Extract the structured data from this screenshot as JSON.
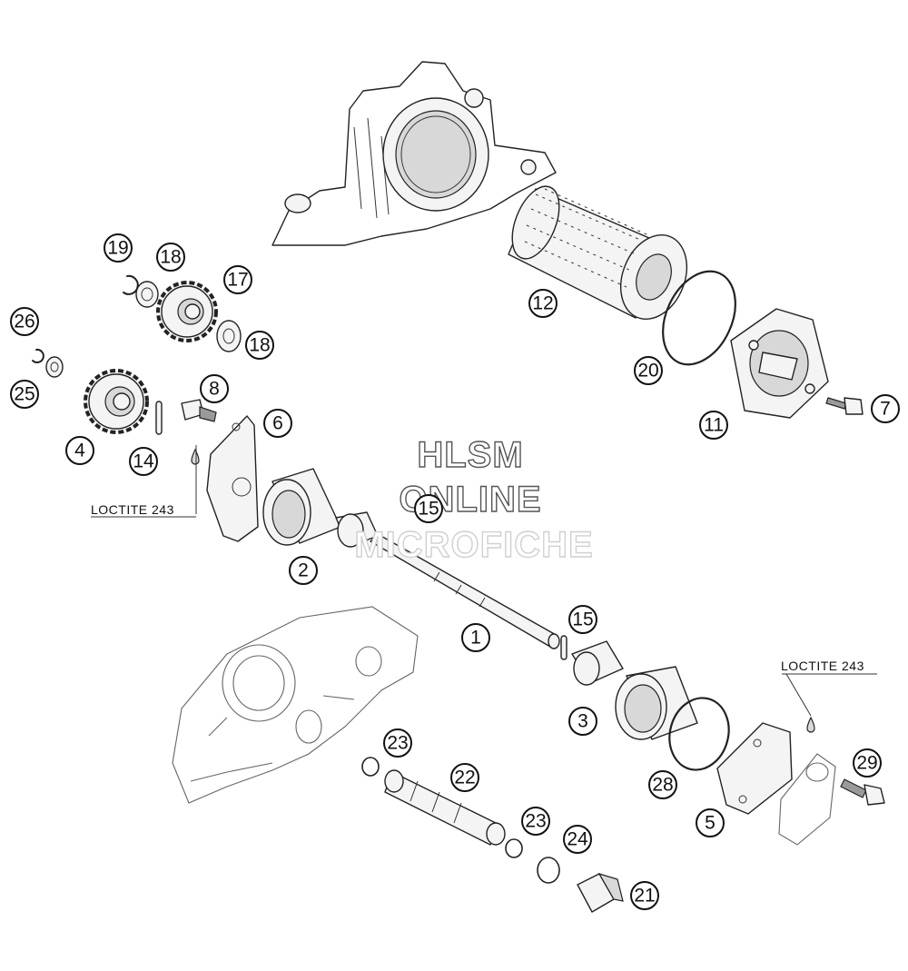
{
  "watermark": {
    "line1": "HLSM",
    "line2": "ONLINE",
    "line3": "MICROFICHE"
  },
  "notes": {
    "loctite_left": "LOCTITE 243",
    "loctite_right": "LOCTITE 243"
  },
  "callouts": {
    "c1": "1",
    "c2": "2",
    "c3": "3",
    "c4": "4",
    "c5": "5",
    "c6": "6",
    "c7": "7",
    "c8": "8",
    "c11": "11",
    "c12": "12",
    "c14": "14",
    "c15a": "15",
    "c15b": "15",
    "c17": "17",
    "c18a": "18",
    "c18b": "18",
    "c19": "19",
    "c20": "20",
    "c21": "21",
    "c22": "22",
    "c23a": "23",
    "c23b": "23",
    "c24": "24",
    "c25": "25",
    "c26": "26",
    "c28": "28",
    "c29": "29"
  }
}
